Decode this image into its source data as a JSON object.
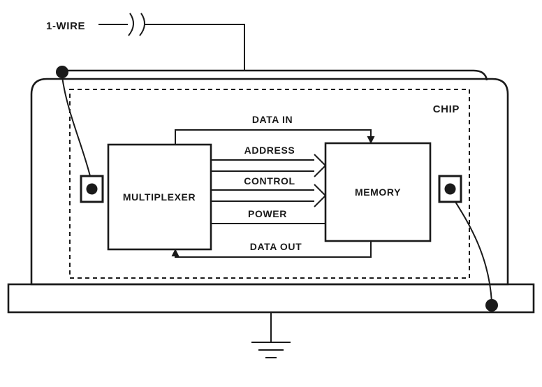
{
  "diagram": {
    "labels": {
      "one_wire": "1-WIRE",
      "chip": "CHIP",
      "multiplexer": "MULTIPLEXER",
      "memory": "MEMORY",
      "data_in": "DATA IN",
      "address": "ADDRESS",
      "control": "CONTROL",
      "power": "POWER",
      "data_out": "DATA OUT"
    },
    "colors": {
      "ink": "#1a1a1a",
      "background": "#ffffff"
    }
  }
}
